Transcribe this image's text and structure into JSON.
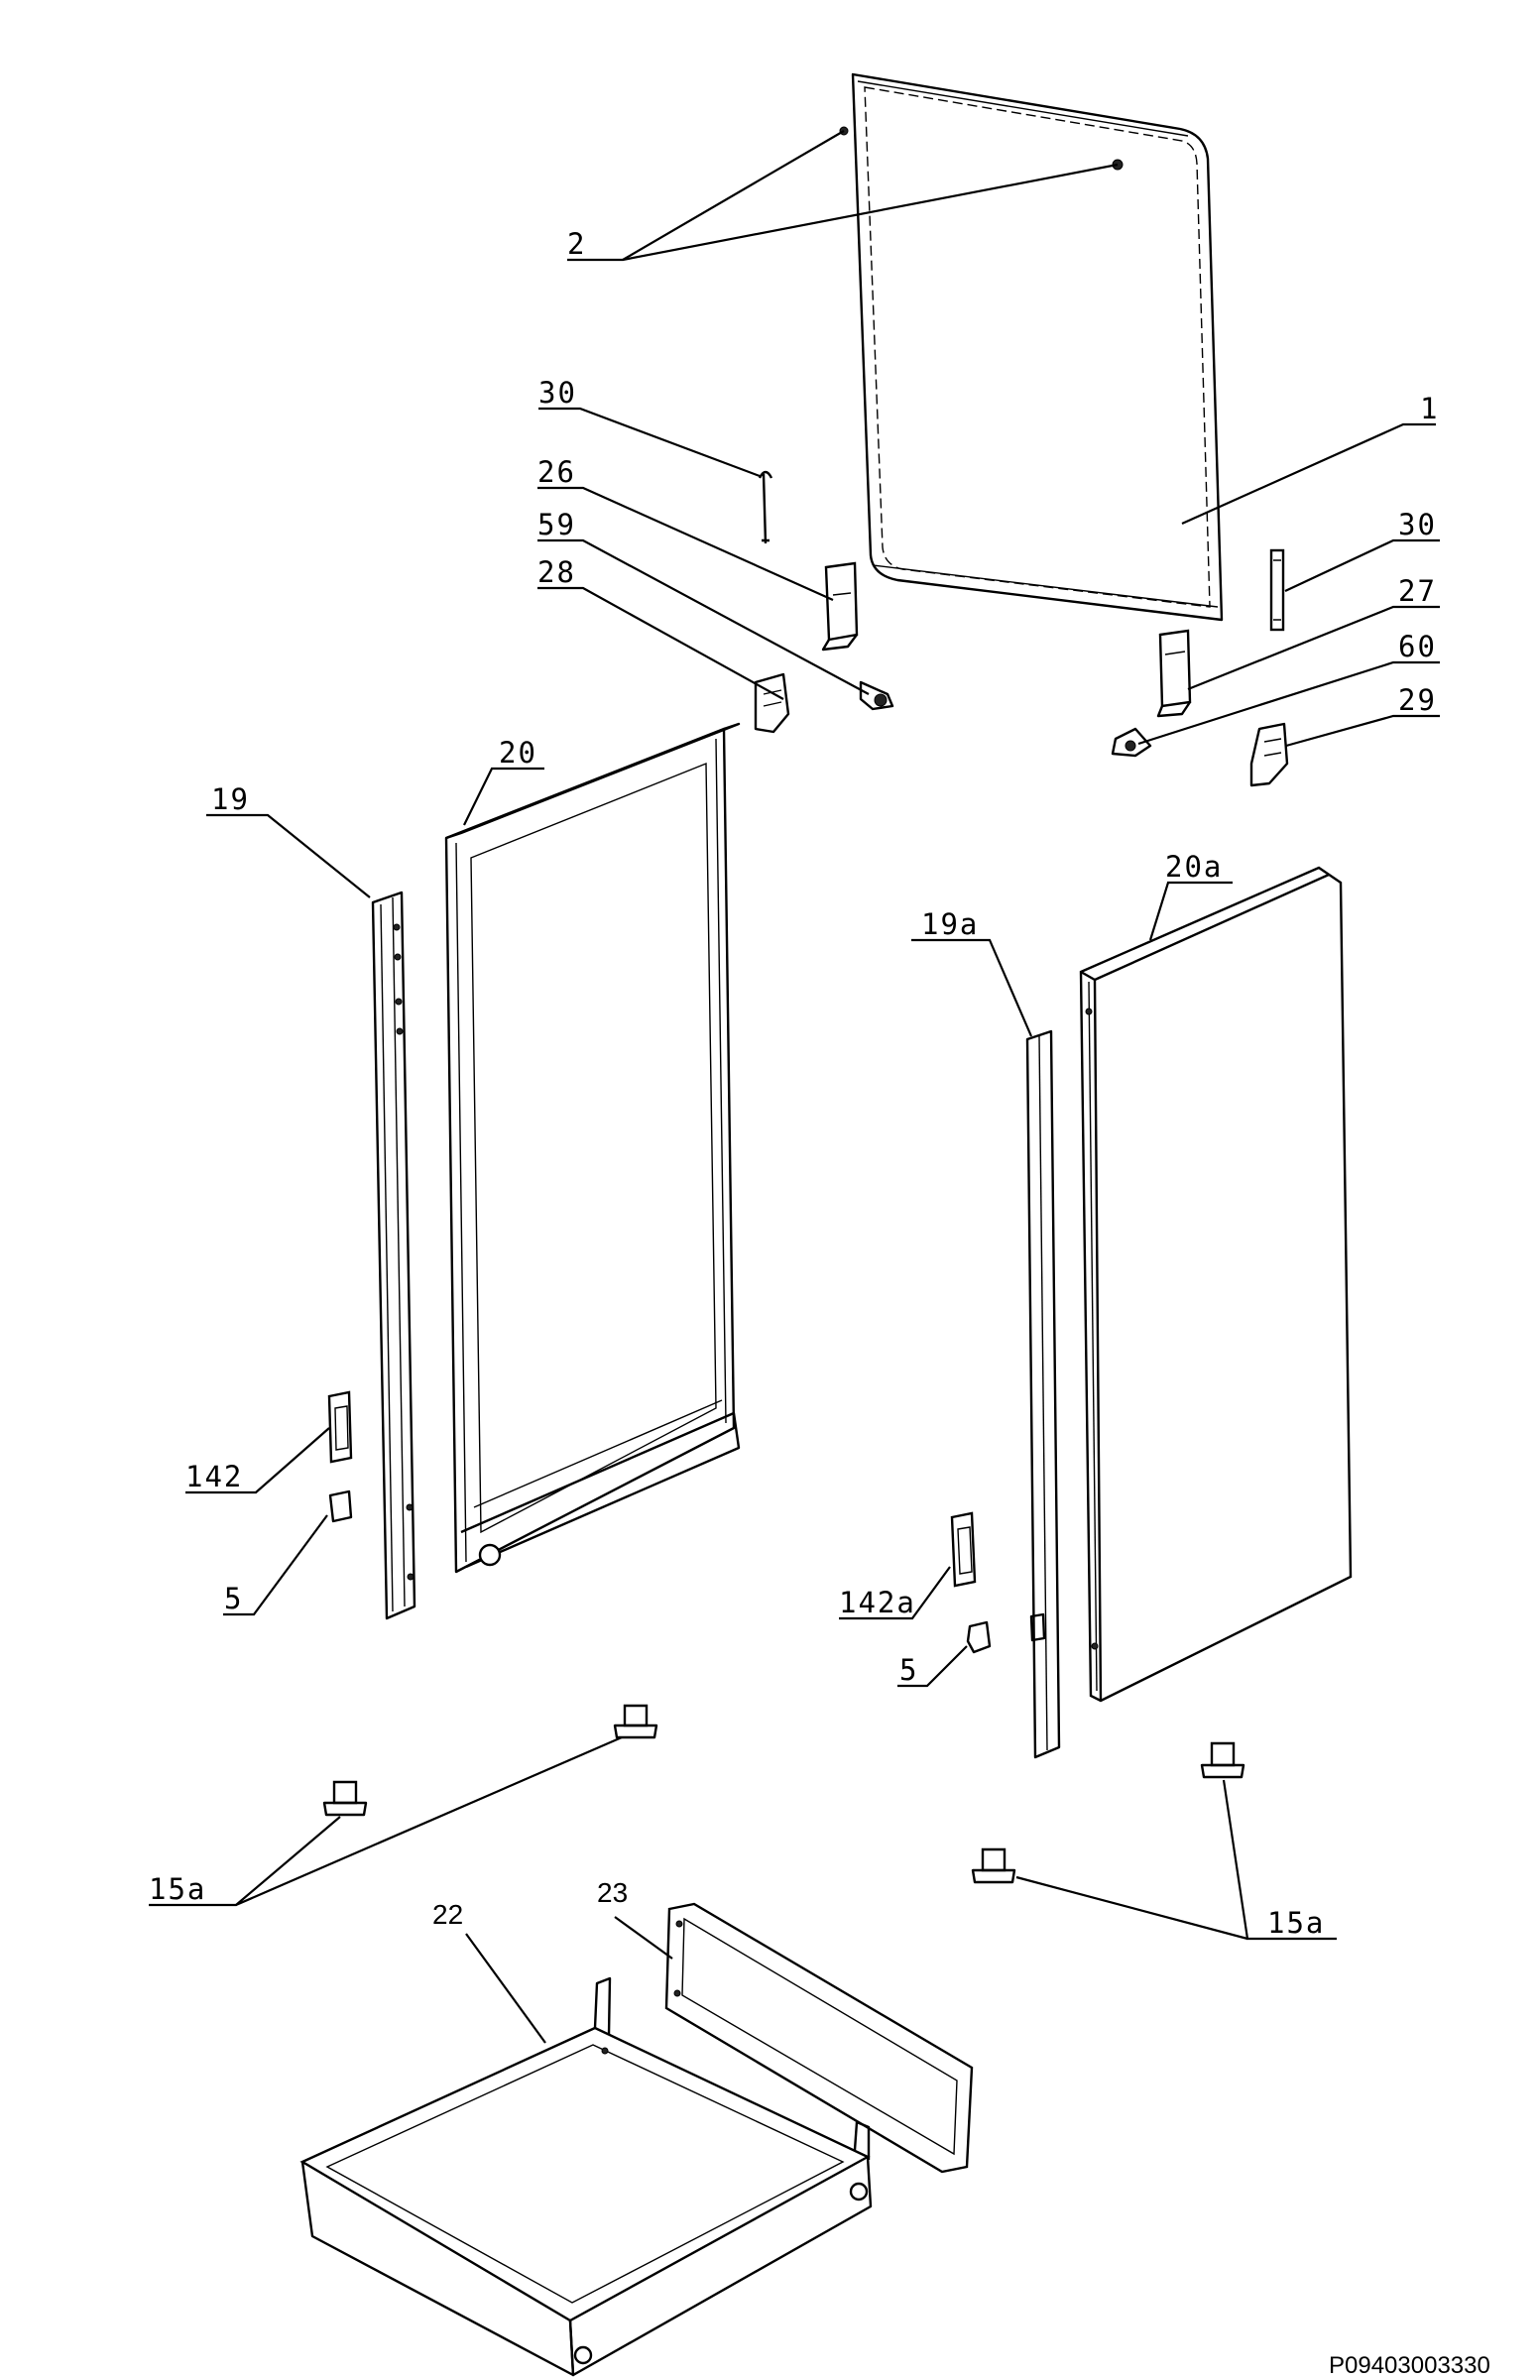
{
  "callouts": {
    "c1": "1",
    "c2": "2",
    "c30a": "30",
    "c26": "26",
    "c59": "59",
    "c28": "28",
    "c30b": "30",
    "c27": "27",
    "c60": "60",
    "c29": "29",
    "c20": "20",
    "c19": "19",
    "c20a": "20a",
    "c19a": "19a",
    "c142": "142",
    "c5a": "5",
    "c142a": "142a",
    "c5b": "5",
    "c15a_left": "15a",
    "c15a_right": "15a",
    "c22": "22",
    "c23": "23"
  },
  "drawing_code": "P09403003330"
}
